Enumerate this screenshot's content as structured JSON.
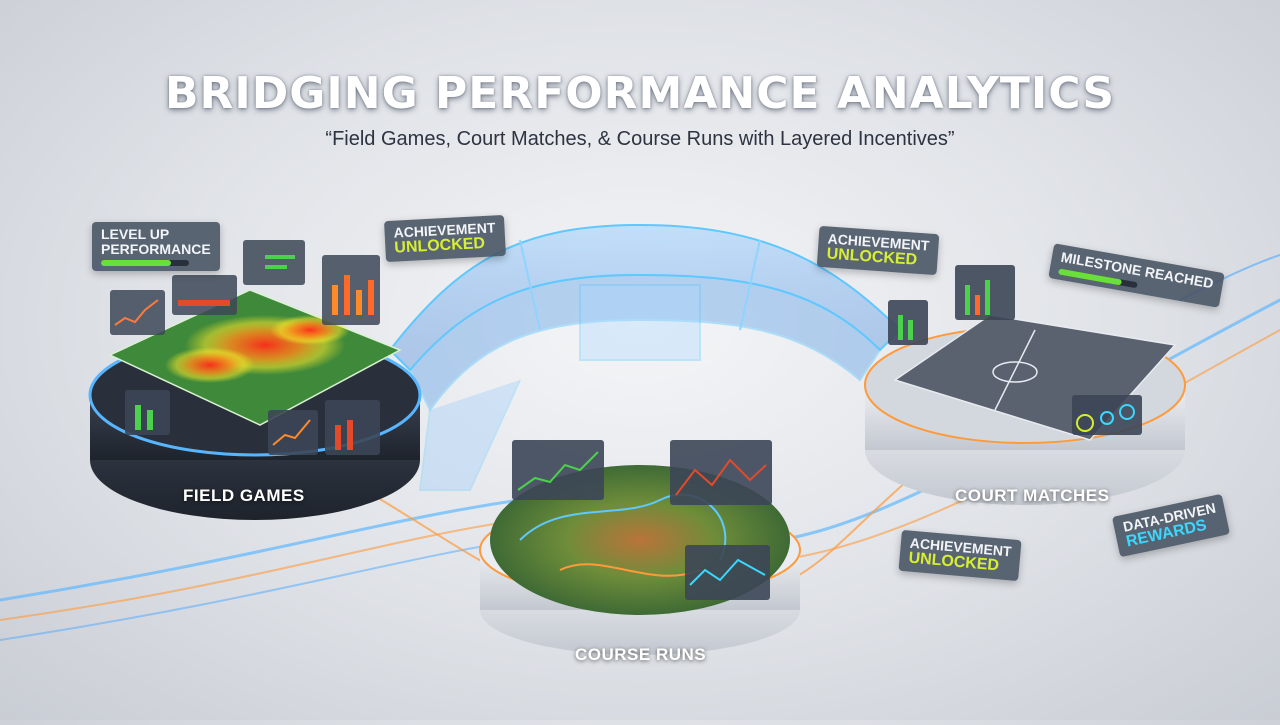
{
  "title": "BRIDGING PERFORMANCE ANALYTICS",
  "subtitle": "“Field Games, Court Matches, & Course Runs with Layered Incentives”",
  "platforms": {
    "field": "FIELD GAMES",
    "court": "COURT MATCHES",
    "course": "COURSE RUNS"
  },
  "badges": {
    "level_up": {
      "line1": "LEVEL UP",
      "line2": "PERFORMANCE"
    },
    "achievement_left": {
      "line1": "ACHIEVEMENT",
      "line2": "UNLOCKED"
    },
    "achievement_right": {
      "line1": "ACHIEVEMENT",
      "line2": "UNLOCKED"
    },
    "achievement_bottom": {
      "line1": "ACHIEVEMENT",
      "line2": "UNLOCKED"
    },
    "milestone": {
      "line1": "MILESTONE REACHED"
    },
    "rewards": {
      "line1": "DATA-DRIVEN",
      "line2": "REWARDS"
    }
  },
  "colors": {
    "accent_yellow": "#d6ef32",
    "accent_cyan": "#3ad7ff",
    "glow_blue": "#4aa8ff",
    "field_green": "#3f8a3a",
    "court_gray": "#5a6270"
  }
}
